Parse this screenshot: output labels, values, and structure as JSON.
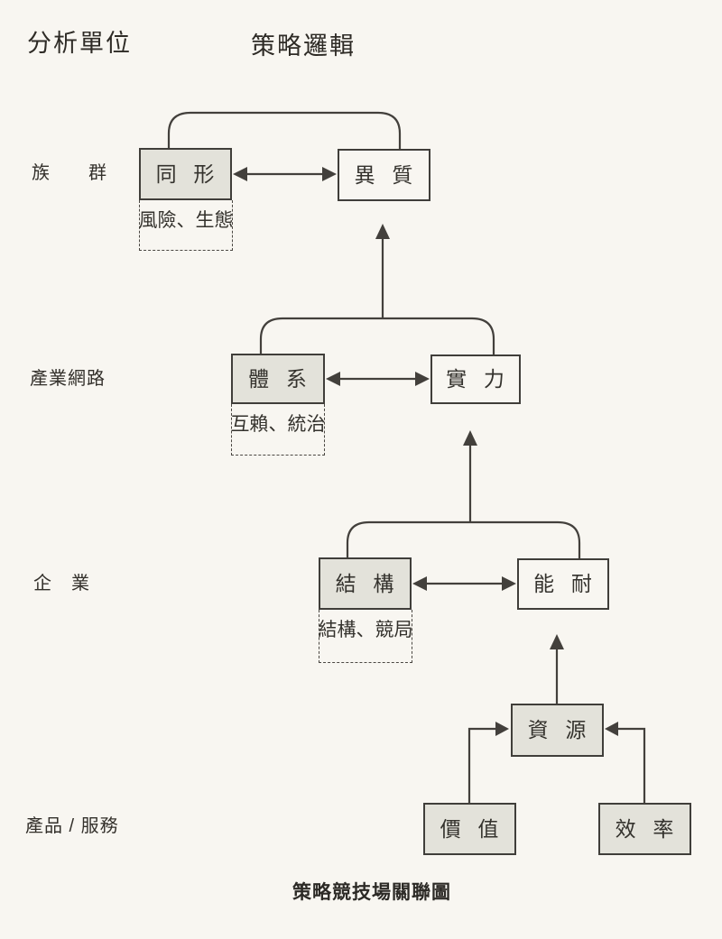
{
  "page": {
    "caption": "策略競技場關聯圖",
    "background": "#f8f6f1"
  },
  "headers": {
    "analysis_unit": "分析單位",
    "strategy_logic": "策略邏輯"
  },
  "rows": [
    {
      "label": "族　　群",
      "left_box": "同 形",
      "right_box": "異 質",
      "note": "風險、生態"
    },
    {
      "label": "產業網路",
      "left_box": "體 系",
      "right_box": "實 力",
      "note": "互賴、統治"
    },
    {
      "label": "企　業",
      "left_box": "結 構",
      "right_box": "能 耐",
      "note": "結構、競局"
    }
  ],
  "bottom": {
    "label": "產品 / 服務",
    "resource_box": "資 源",
    "value_box": "價 值",
    "efficiency_box": "效 率"
  },
  "colors": {
    "shaded_fill": "#e3e2da",
    "box_border": "#403e3a",
    "connector_line": "#43403c",
    "paper": "#f8f6f1"
  }
}
